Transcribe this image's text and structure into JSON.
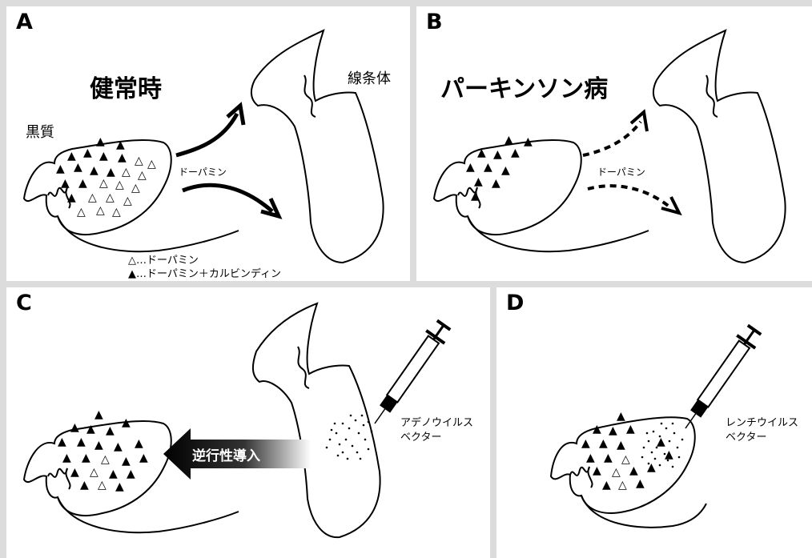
{
  "panels": {
    "a": {
      "label": "A",
      "title": "健常時",
      "region_substantia_nigra": "黒質",
      "region_striatum": "線条体",
      "arrow_label": "ドーパミン",
      "legend_open": "…ドーパミン",
      "legend_filled": "…ドーパミン＋カルビンディン"
    },
    "b": {
      "label": "B",
      "title": "パーキンソン病",
      "arrow_label": "ドーパミン"
    },
    "c": {
      "label": "C",
      "arrow_label": "逆行性導入",
      "vector_line1": "アデノウイルス",
      "vector_line2": "ベクター"
    },
    "d": {
      "label": "D",
      "vector_line1": "レンチウイルス",
      "vector_line2": "ベクター"
    }
  },
  "symbols": {
    "open_triangle": "△",
    "filled_triangle": "▲"
  }
}
